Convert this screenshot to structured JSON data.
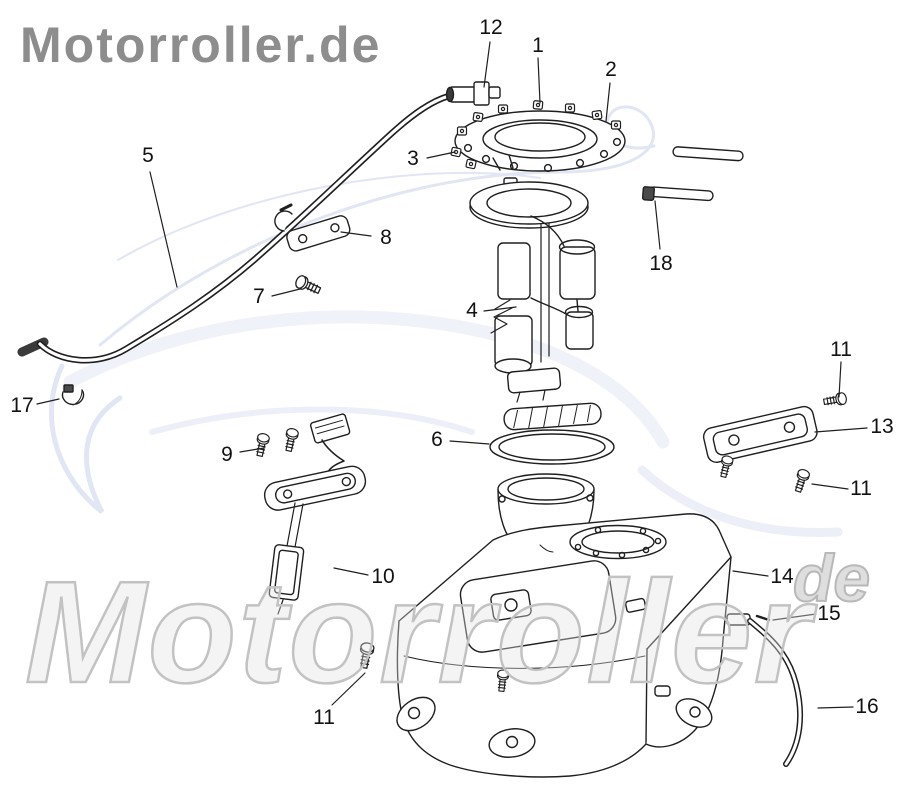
{
  "watermarks": {
    "top_left": "Motorroller.de",
    "big_text": "Motorroller",
    "big_suffix": "de"
  },
  "callouts": [
    {
      "id": "callout-12",
      "label": "12"
    },
    {
      "id": "callout-1",
      "label": "1"
    },
    {
      "id": "callout-2",
      "label": "2"
    },
    {
      "id": "callout-3",
      "label": "3"
    },
    {
      "id": "callout-5",
      "label": "5"
    },
    {
      "id": "callout-8",
      "label": "8"
    },
    {
      "id": "callout-7",
      "label": "7"
    },
    {
      "id": "callout-4",
      "label": "4"
    },
    {
      "id": "callout-18",
      "label": "18"
    },
    {
      "id": "callout-17",
      "label": "17"
    },
    {
      "id": "callout-11-right-top",
      "label": "11"
    },
    {
      "id": "callout-13",
      "label": "13"
    },
    {
      "id": "callout-9",
      "label": "9"
    },
    {
      "id": "callout-6",
      "label": "6"
    },
    {
      "id": "callout-11-right-mid",
      "label": "11"
    },
    {
      "id": "callout-10",
      "label": "10"
    },
    {
      "id": "callout-14",
      "label": "14"
    },
    {
      "id": "callout-15",
      "label": "15"
    },
    {
      "id": "callout-11-bottom",
      "label": "11"
    },
    {
      "id": "callout-16",
      "label": "16"
    }
  ]
}
